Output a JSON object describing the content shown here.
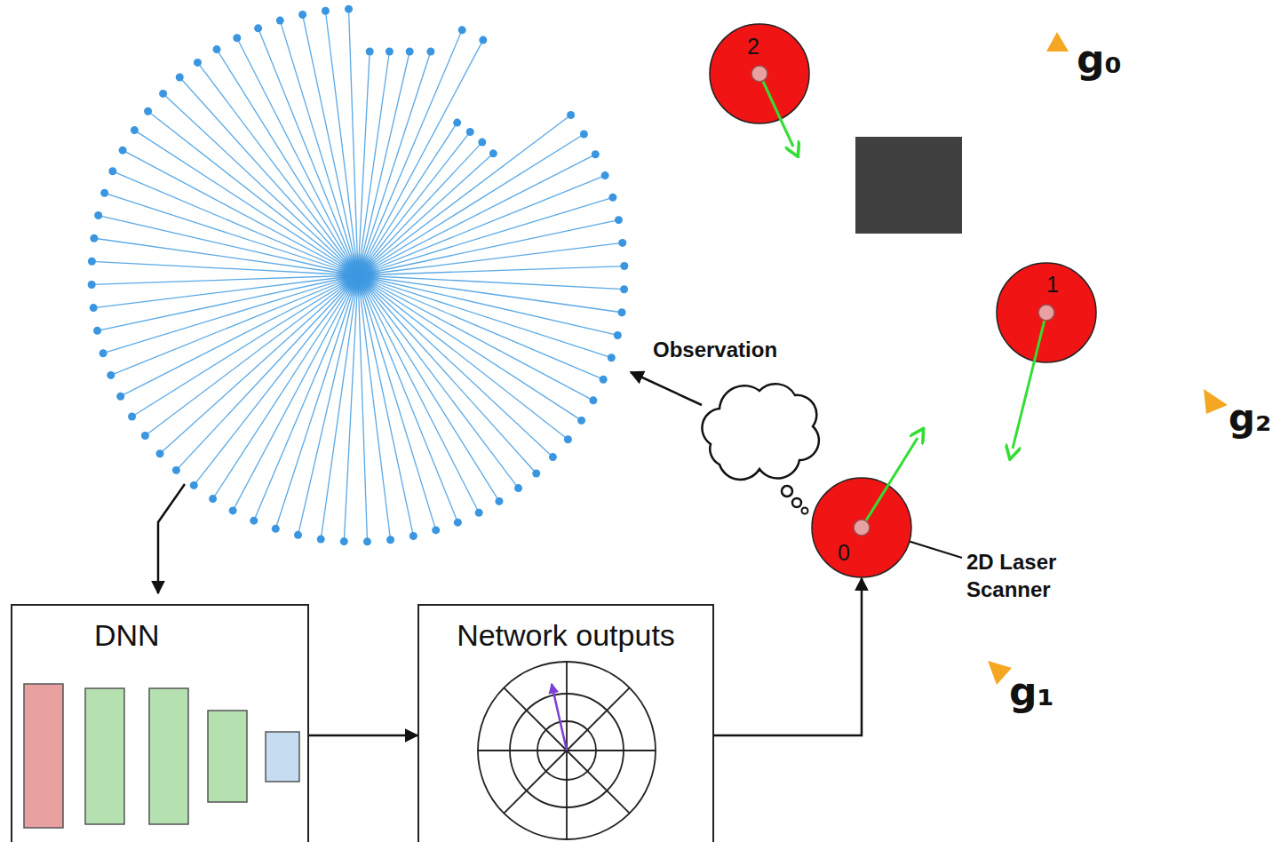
{
  "diagram": {
    "nodes": [
      {
        "text": [
          "DNN"
        ]
      },
      {
        "text": [
          "Network outputs"
        ]
      },
      {
        "text": [
          "0"
        ]
      },
      {
        "text": [
          "1"
        ]
      },
      {
        "text": [
          "2"
        ]
      }
    ],
    "edges": [
      {
        "from": 0,
        "to": 1,
        "arrow": "to"
      },
      {
        "from": 1,
        "to": 2,
        "arrow": "to"
      }
    ],
    "labels": [
      "Observation",
      "2D Laser Scanner",
      "g₀",
      "g₂",
      "g₁"
    ]
  }
}
